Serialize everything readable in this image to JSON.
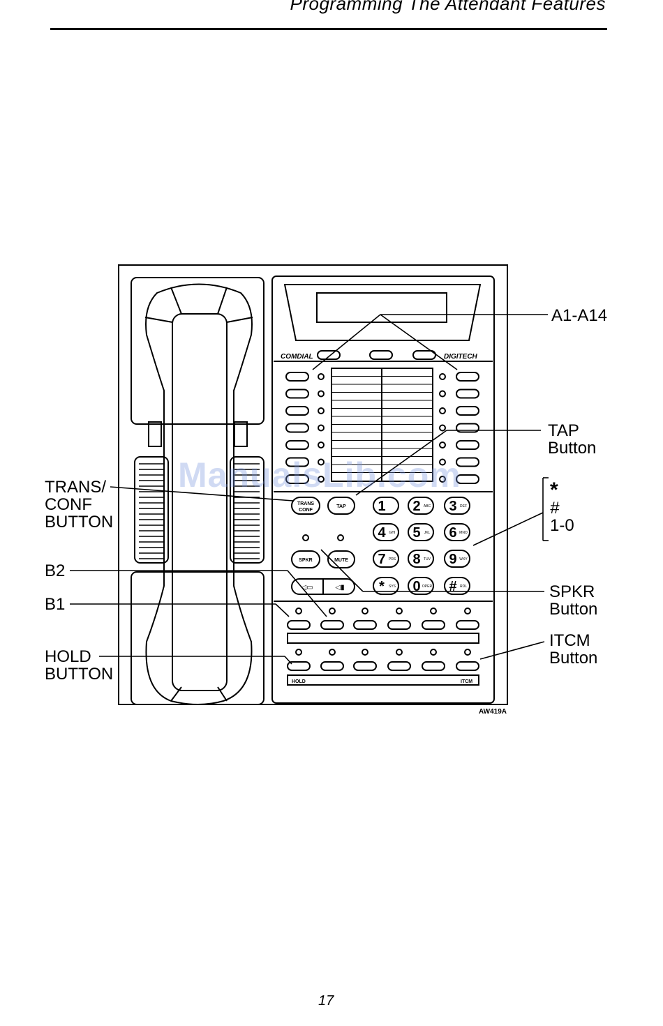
{
  "header": {
    "title": "Programming The Attendant Features"
  },
  "callouts": {
    "a1_a14": "A1-A14",
    "tap": [
      "TAP",
      "Button"
    ],
    "trans_conf": [
      "TRANS/",
      "CONF",
      "BUTTON"
    ],
    "star_hash": [
      "*",
      "#",
      "1-0"
    ],
    "b2": "B2",
    "b1": "B1",
    "spkr": [
      "SPKR",
      "Button"
    ],
    "hold": [
      "HOLD",
      "BUTTON"
    ],
    "itcm": [
      "ITCM",
      "Button"
    ]
  },
  "phone": {
    "brand_left": "COMDIAL",
    "brand_right": "DIGITECH",
    "trans_key": [
      "TRANS",
      "CONF"
    ],
    "tap_key": "TAP",
    "spkr_key": "SPKR",
    "mute_key": "MUTE",
    "hold_label": "HOLD",
    "itcm_label": "ITCM",
    "dialpad": [
      {
        "num": "1",
        "sub": ""
      },
      {
        "num": "2",
        "sub": "ABC"
      },
      {
        "num": "3",
        "sub": "DEF"
      },
      {
        "num": "4",
        "sub": "GHI"
      },
      {
        "num": "5",
        "sub": "JKL"
      },
      {
        "num": "6",
        "sub": "MNO"
      },
      {
        "num": "7",
        "sub": "PRS"
      },
      {
        "num": "8",
        "sub": "TUV"
      },
      {
        "num": "9",
        "sub": "WXY"
      },
      {
        "num": "*",
        "sub": "SYS"
      },
      {
        "num": "0",
        "sub": "OPER"
      },
      {
        "num": "#",
        "sub": "RDL"
      }
    ]
  },
  "figure_code": "AW419A",
  "watermark": "ManualsLib.com",
  "page_number": "17"
}
